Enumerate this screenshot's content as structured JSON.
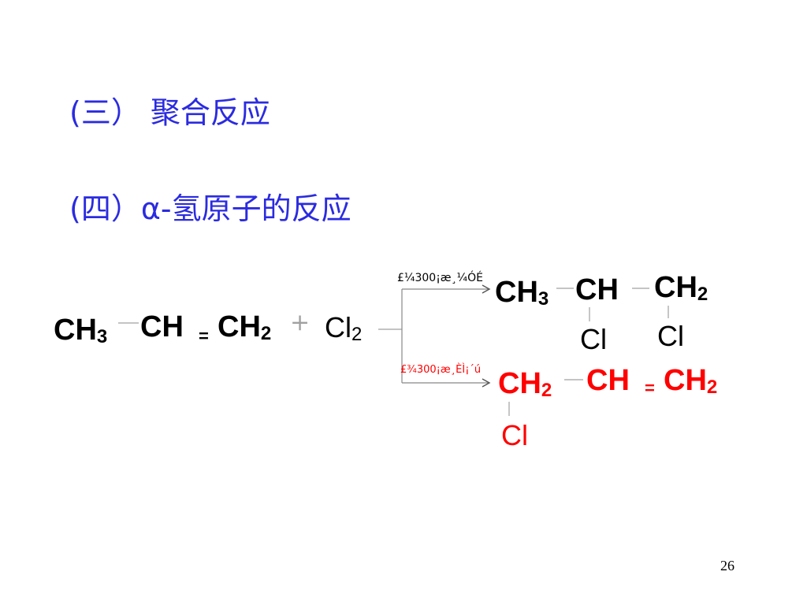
{
  "headings": {
    "section_three": "(三） 聚合反应",
    "section_four": "(四）α-氢原子的反应"
  },
  "reactant": {
    "ch3": "CH",
    "ch3_sub": "3",
    "ch": "CH",
    "double_bond": "=",
    "ch2": "CH",
    "ch2_sub": "2"
  },
  "reagent": {
    "plus": "+",
    "cl": "Cl",
    "cl_sub": "2"
  },
  "conditions": {
    "upper": "£¼300¡æ¸¼ÓÉ",
    "lower": "£¾300¡æ¸ÈÌ¡´ú"
  },
  "product_upper": {
    "ch3": "CH",
    "ch3_sub": "3",
    "ch": "CH",
    "ch2": "CH",
    "ch2_sub": "2",
    "cl_left": "Cl",
    "cl_right": "Cl"
  },
  "product_lower": {
    "ch2": "CH",
    "ch2_sub": "2",
    "ch": "CH",
    "double_bond": "=",
    "ch2_right": "CH",
    "ch2_right_sub": "2",
    "cl": "Cl"
  },
  "colors": {
    "heading": "#2b2be0",
    "product_lower": "#ff0000",
    "bond": "#a0a0a0"
  },
  "page_number": "26"
}
